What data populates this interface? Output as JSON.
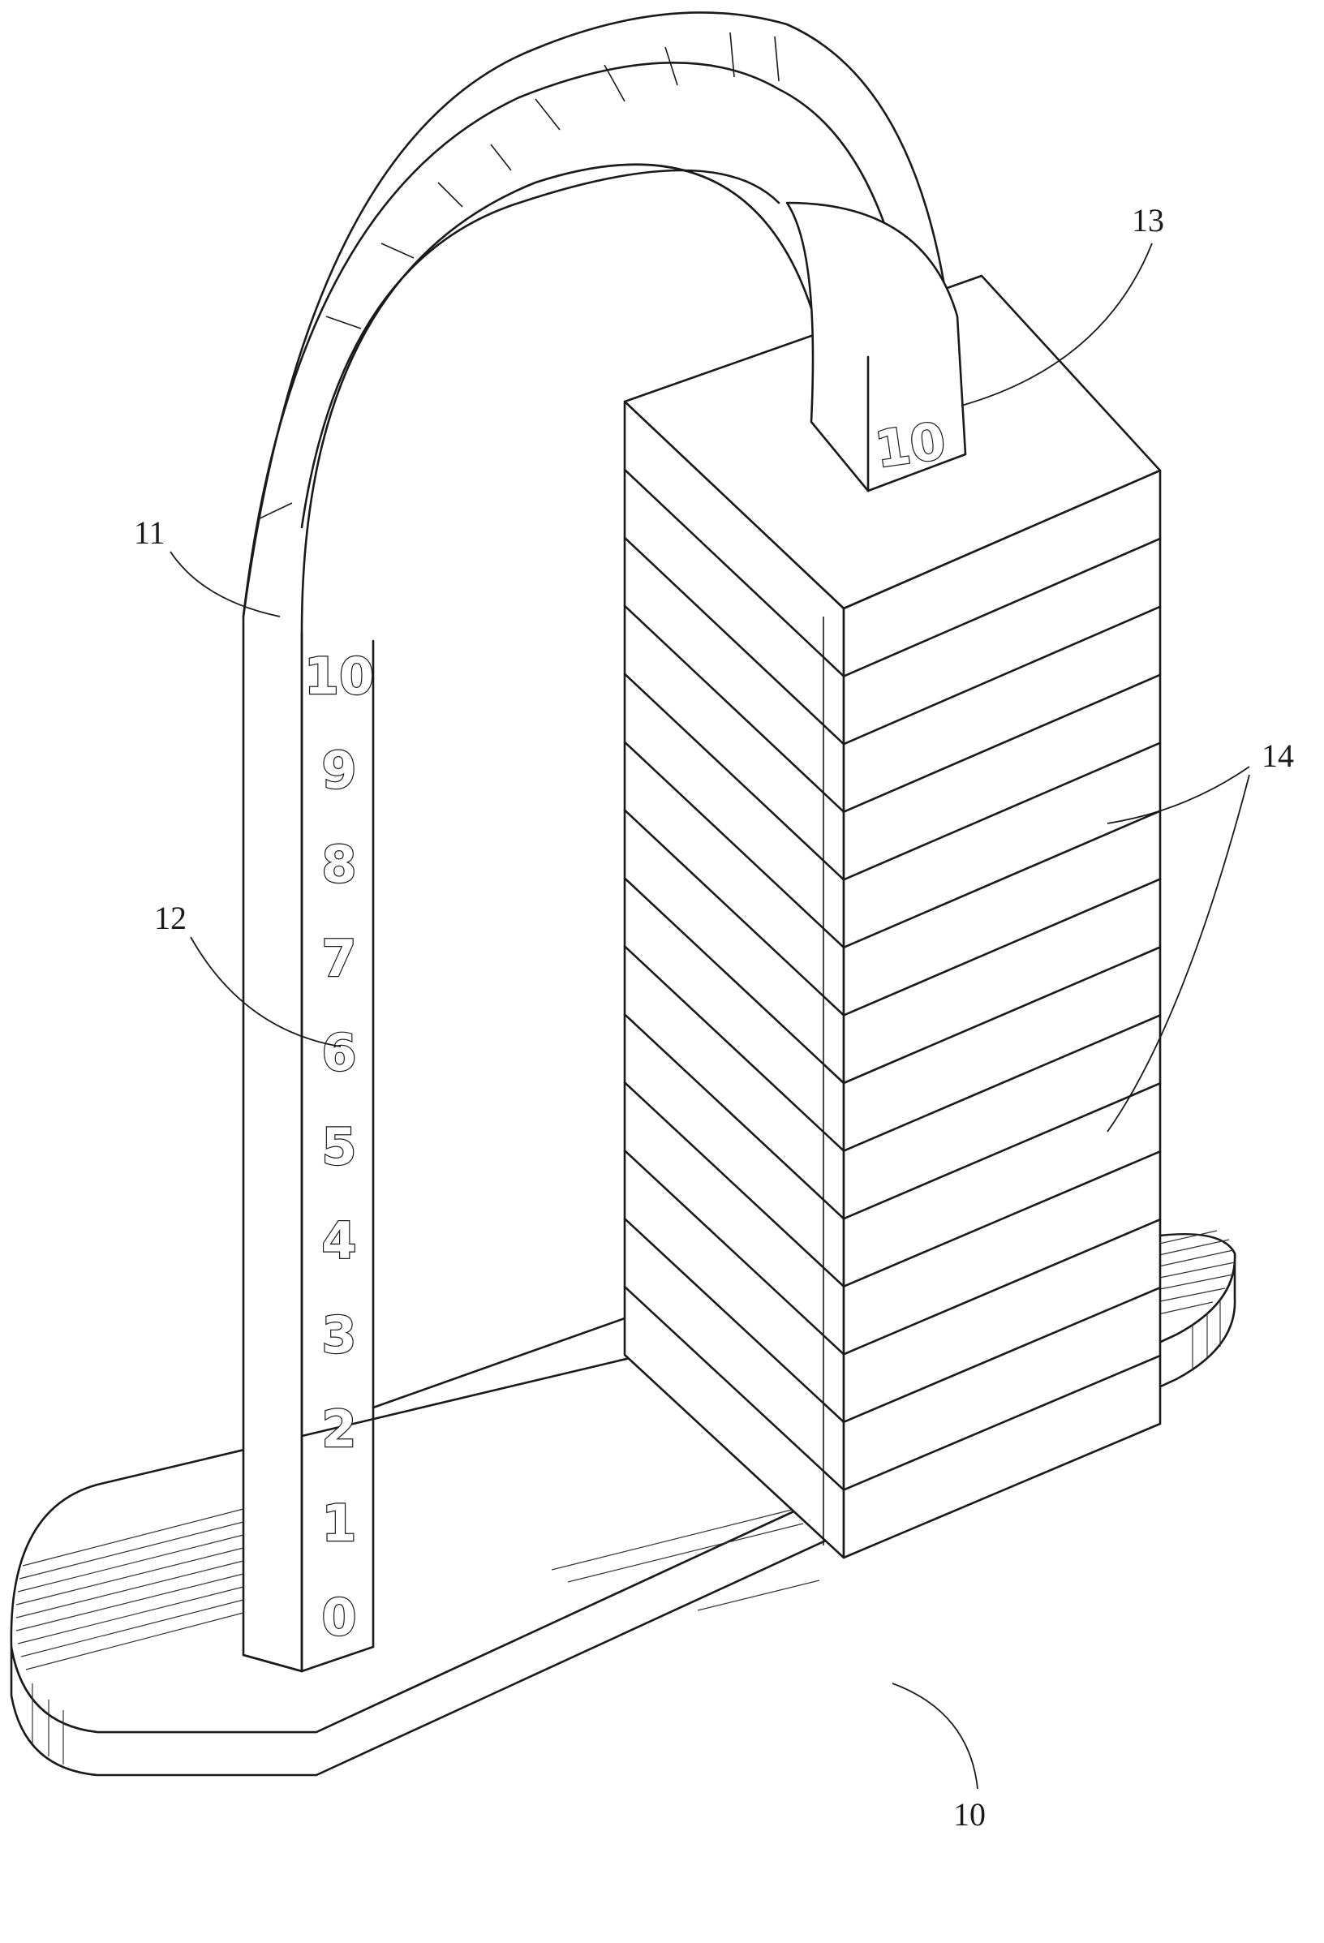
{
  "reference_labels": {
    "base": "10",
    "column": "11",
    "scale_markings": "12",
    "column_end_marking": "13",
    "stacked_blocks": "14"
  },
  "scale_digits": [
    "10",
    "9",
    "8",
    "7",
    "6",
    "5",
    "4",
    "3",
    "2",
    "1",
    "0"
  ],
  "end_digit": "10"
}
